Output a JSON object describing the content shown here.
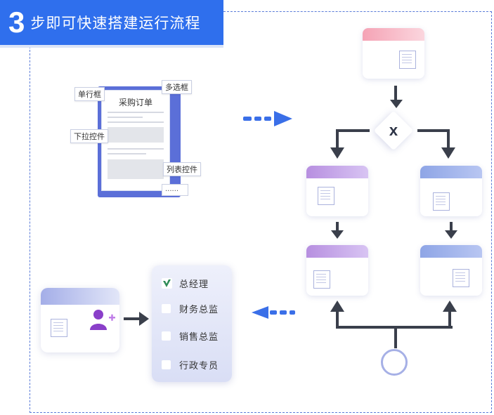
{
  "step": {
    "number": "3",
    "title": "步即可快速搭建运行流程"
  },
  "form": {
    "title": "采购订单",
    "tags": {
      "single_line": "单行框",
      "multi_select": "多选框",
      "dropdown": "下拉控件",
      "list": "列表控件"
    },
    "ellipsis": "......"
  },
  "flow": {
    "gateway_label": "x"
  },
  "approvers": [
    {
      "label": "总经理",
      "checked": true
    },
    {
      "label": "财务总监",
      "checked": false
    },
    {
      "label": "销售总监",
      "checked": false
    },
    {
      "label": "行政专员",
      "checked": false
    }
  ],
  "colors": {
    "brand_blue": "#2f6fed",
    "arrow_dark": "#3a3f4b",
    "arrow_blue": "#3a6fe8",
    "check_green": "#2e8b57",
    "person_purple": "#8a3fc9"
  }
}
